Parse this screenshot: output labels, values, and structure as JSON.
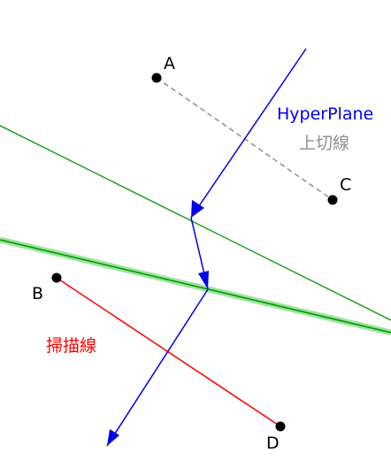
{
  "points": {
    "A": "A",
    "B": "B",
    "C": "C",
    "D": "D"
  },
  "labels": {
    "hyperplane": "HyperPlane",
    "tangent_line": "上切線",
    "scan_line": "掃描線"
  },
  "colors": {
    "hyperplane": "#0000ee",
    "tangent_line": "#909090",
    "scan_line": "#ff0000",
    "green_line": "#009900",
    "green_highlight": "#9ee39e",
    "point": "#000000"
  }
}
